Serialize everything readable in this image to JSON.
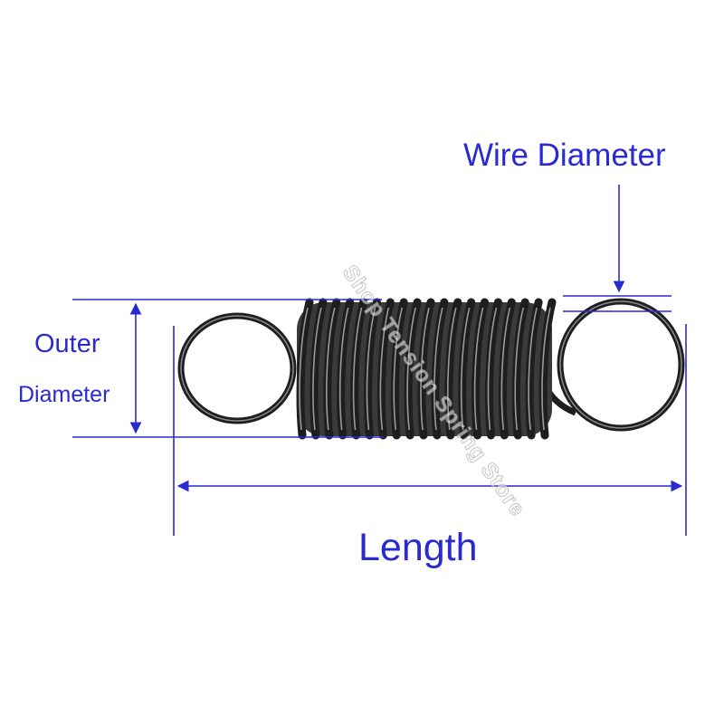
{
  "labels": {
    "wire_diameter": "Wire Diameter",
    "outer_diameter_line1": "Outer",
    "outer_diameter_line2": "Diameter",
    "length": "Length"
  },
  "watermark": "Shop Tension Spring Store",
  "colors": {
    "annotation": "#2a2ad2",
    "spring_dark": "#1e1e1e",
    "spring_highlight": "#9a9a9a",
    "background": "#ffffff"
  },
  "spring": {
    "coil_count": 19
  }
}
